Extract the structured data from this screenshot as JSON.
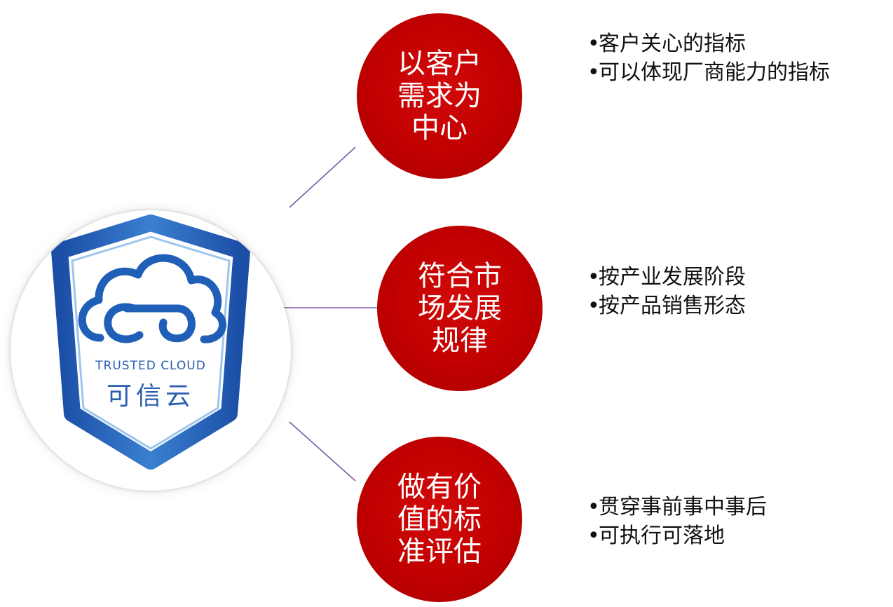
{
  "logo": {
    "name_en": "TRUSTED CLOUD",
    "name_cn": "可信云",
    "colors": {
      "shield_dark": "#1f4fa8",
      "shield_light": "#5aa0df",
      "cloud": "#1f5fb8"
    },
    "icon": "cloud-shield-icon"
  },
  "nodes": [
    {
      "label": "以客户需求为中心",
      "bullets": [
        "客户关心的指标",
        "可以体现厂商能力的指标"
      ]
    },
    {
      "label": "符合市场发展规律",
      "bullets": [
        "按产业发展阶段",
        "按产品销售形态"
      ]
    },
    {
      "label": "做有价值的标准评估",
      "bullets": [
        "贯穿事前事中事后",
        "可执行可落地"
      ]
    }
  ],
  "colors": {
    "node_fill": "#c00000",
    "connector": "#7b5aa6",
    "text": "#111111"
  }
}
